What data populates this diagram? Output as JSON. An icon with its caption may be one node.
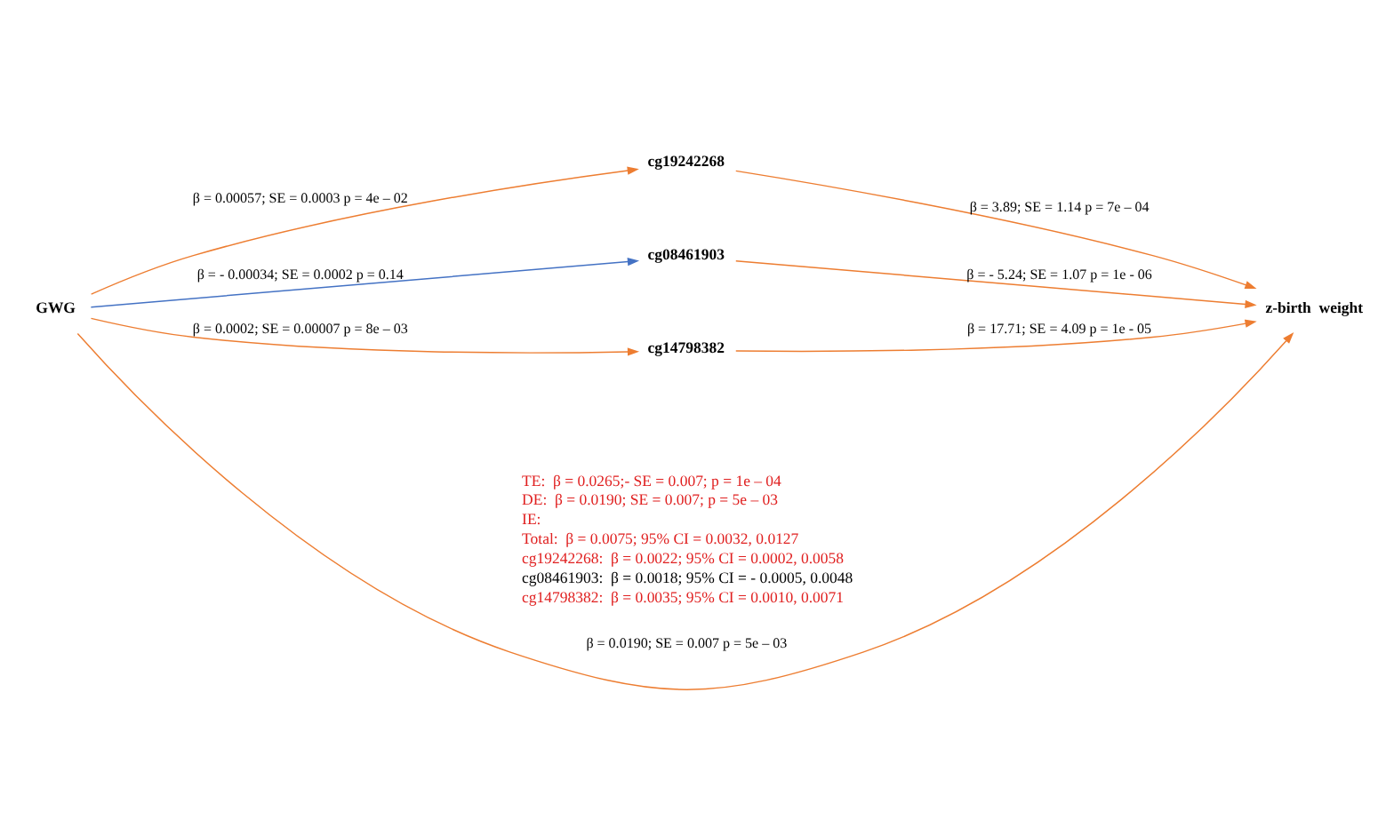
{
  "diagram": {
    "nodes": [
      {
        "text": [
          "GWG"
        ]
      },
      {
        "text": [
          "cg19242268"
        ]
      },
      {
        "text": [
          "cg08461903"
        ]
      },
      {
        "text": [
          "cg14798382"
        ]
      },
      {
        "text": [
          "z-birth  weight"
        ]
      }
    ],
    "edges": [
      {
        "from": 0,
        "to": 1,
        "arrow": "to",
        "label": "β = 0.00057; SE = 0.0003 p = 4e – 02"
      },
      {
        "from": 0,
        "to": 2,
        "arrow": "to",
        "label": "β = - 0.00034; SE = 0.0002 p = 0.14",
        "color": "#4472c4"
      },
      {
        "from": 0,
        "to": 3,
        "arrow": "to",
        "label": "β = 0.0002; SE = 0.00007 p = 8e – 03"
      },
      {
        "from": 1,
        "to": 4,
        "arrow": "to",
        "label": "β = 3.89; SE = 1.14 p = 7e – 04"
      },
      {
        "from": 2,
        "to": 4,
        "arrow": "to",
        "label": "β = - 5.24; SE = 1.07 p = 1e - 06"
      },
      {
        "from": 3,
        "to": 4,
        "arrow": "to",
        "label": "β = 17.71; SE = 4.09 p = 1e - 05"
      },
      {
        "from": 0,
        "to": 4,
        "arrow": "to",
        "label": "β = 0.0190; SE = 0.007 p = 5e – 03"
      }
    ],
    "labels": [
      "TE:  β = 0.0265;- SE = 0.007; p = 1e – 04",
      "DE:  β = 0.0190; SE = 0.007; p = 5e – 03",
      "IE:",
      "Total:  β = 0.0075; 95% CI = 0.0032, 0.0127",
      "cg19242268:  β = 0.0022; 95% CI = 0.0002, 0.0058",
      "cg08461903:  β = 0.0018; 95% CI = - 0.0005, 0.0048",
      "cg14798382:  β = 0.0035; 95% CI = 0.0010, 0.0071"
    ]
  }
}
